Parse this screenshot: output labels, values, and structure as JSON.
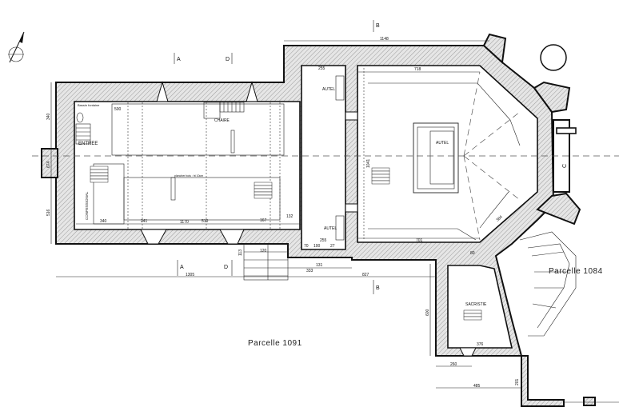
{
  "plan": {
    "labels": {
      "entree": "ENTREE",
      "chaire": "CHAIRE",
      "confessional": "CONFESSIONAL",
      "autel_1": "AUTEL",
      "autel_2": "AUTEL",
      "autel_3": "AUTEL",
      "sacristie": "SACRISTIE",
      "bassin": "Bassin fontaine",
      "plancher": "plancher bois : ht 10cm",
      "parcelle_1091": "Parcelle 1091",
      "parcelle_1084": "Parcelle 1084"
    },
    "sections": {
      "a_top": "A",
      "a_bottom": "A",
      "b_top": "B",
      "b_bottom": "B",
      "d_top": "D",
      "d_bottom": "D",
      "c_right": "C"
    },
    "dimensions": {
      "total_top": "1148",
      "nave_length": "1170",
      "choir_top": "718",
      "choir_bottom": "701",
      "chapel_top": "255",
      "chapel_bottom": "255",
      "d340": "340",
      "d241": "241",
      "d510": "510",
      "d167": "167",
      "d132": "132",
      "d500": "500",
      "d100": "100",
      "d70": "70",
      "d27": "27",
      "d120": "120",
      "d113": "113",
      "d333": "333",
      "d131": "131",
      "d1305": "1305",
      "d827": "827",
      "d384": "384",
      "d260": "260",
      "d376": "376",
      "d485": "485",
      "d201": "201",
      "d600": "600",
      "d80": "80",
      "d1041": "1041",
      "left_340": "340",
      "left_516": "516",
      "left_674": "674"
    }
  }
}
